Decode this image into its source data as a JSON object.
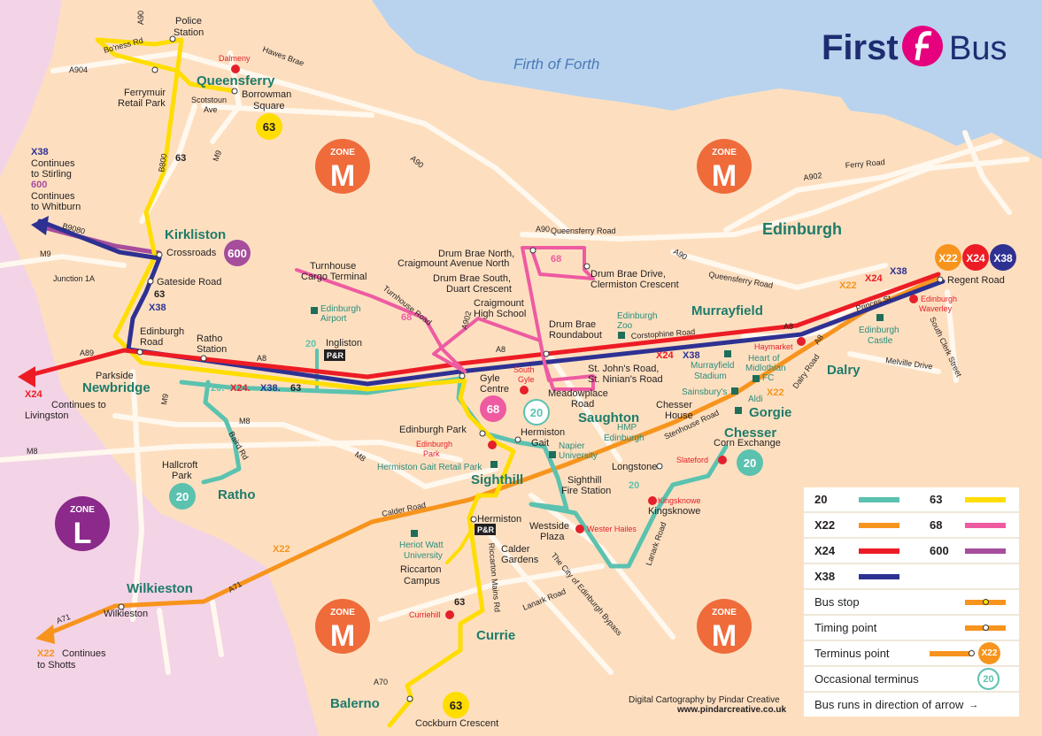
{
  "brand": {
    "first": "First",
    "bus": "Bus",
    "brand_color": "#1E2C72",
    "accent": "#E6007E"
  },
  "water": "Firth of Forth",
  "zones": {
    "zone_word": "ZONE",
    "m": "M",
    "l": "L",
    "zone_m_color": "#EF6B3A",
    "zone_l_color": "#8B2A8A"
  },
  "areas": {
    "queensferry": "Queensferry",
    "kirkliston": "Kirkliston",
    "newbridge": "Newbridge",
    "ratho": "Ratho",
    "wilkieston": "Wilkieston",
    "currie": "Currie",
    "balerno": "Balerno",
    "sighthill": "Sighthill",
    "saughton": "Saughton",
    "murrayfield": "Murrayfield",
    "edinburgh": "Edinburgh",
    "dalry": "Dalry",
    "gorgie": "Gorgie",
    "chesser": "Chesser"
  },
  "stops": {
    "police_1": "Police",
    "police_2": "Station",
    "ferrymuir_1": "Ferrymuir",
    "ferrymuir_2": "Retail Park",
    "borrowman_1": "Borrowman",
    "borrowman_2": "Square",
    "crossroads": "Crossroads",
    "gateside": "Gateside Road",
    "edinburgh_road_1": "Edinburgh",
    "edinburgh_road_2": "Road",
    "ratho_station_1": "Ratho",
    "ratho_station_2": "Station",
    "parkside": "Parkside",
    "ingliston": "Ingliston",
    "turnhouse_1": "Turnhouse",
    "turnhouse_2": "Cargo Terminal",
    "hallcroft_1": "Hallcroft",
    "hallcroft_2": "Park",
    "wilkieston_stop": "Wilkieston",
    "drum_north_1": "Drum Brae North,",
    "drum_north_2": "Craigmount Avenue North",
    "drum_south_1": "Drum Brae South,",
    "drum_south_2": "Duart Crescent",
    "craigmount_1": "Craigmount",
    "craigmount_2": "High School",
    "drum_drive_1": "Drum Brae Drive,",
    "drum_drive_2": "Clermiston Crescent",
    "drum_round_1": "Drum Brae",
    "drum_round_2": "Roundabout",
    "st_johns_1": "St. John's Road,",
    "st_johns_2": "St. Ninian's Road",
    "meadowplace_1": "Meadowplace",
    "meadowplace_2": "Road",
    "gyle_1": "Gyle",
    "gyle_2": "Centre",
    "edinburgh_park": "Edinburgh Park",
    "hermiston_gait_1": "Hermiston",
    "hermiston_gait_2": "Gait",
    "sighthill_fire_1": "Sighthill",
    "sighthill_fire_2": "Fire Station",
    "hermiston": "Hermiston",
    "riccarton_1": "Riccarton",
    "riccarton_2": "Campus",
    "westside_1": "Westside",
    "westside_2": "Plaza",
    "calder_1": "Calder",
    "calder_2": "Gardens",
    "longstone": "Longstone",
    "kingsknowe": "Kingsknowe",
    "chesser_house_1": "Chesser",
    "chesser_house_2": "House",
    "corn_exchange": "Corn Exchange",
    "regent_road": "Regent Road",
    "cockburn": "Cockburn Crescent"
  },
  "pois": {
    "edinburgh_airport_1": "Edinburgh",
    "edinburgh_airport_2": "Airport",
    "edinburgh_zoo_1": "Edinburgh",
    "edinburgh_zoo_2": "Zoo",
    "hmp_1": "HMP",
    "hmp_2": "Edinburgh",
    "napier_1": "Napier",
    "napier_2": "University",
    "hermiston_retail": "Hermiston Gait Retail Park",
    "heriot_1": "Heriot Watt",
    "heriot_2": "University",
    "murrayfield_stadium_1": "Murrayfield",
    "murrayfield_stadium_2": "Stadium",
    "hearts_1": "Heart of",
    "hearts_2": "Midlothian",
    "hearts_3": "FC",
    "sainsburys": "Sainsbury's",
    "aldi": "Aldi",
    "castle_1": "Edinburgh",
    "castle_2": "Castle"
  },
  "stations": {
    "dalmeny": "Dalmeny",
    "south_gyle_1": "South",
    "south_gyle_2": "Gyle",
    "edinburgh_park_stn_1": "Edinburgh",
    "edinburgh_park_stn_2": "Park",
    "wester_hailes": "Wester Hailes",
    "kingsknowe_stn": "Kingsknowe",
    "slateford": "Slateford",
    "curriehill": "Curriehill",
    "haymarket": "Haymarket",
    "waverley_1": "Edinburgh",
    "waverley_2": "Waverley"
  },
  "roads": {
    "a90_top": "A90",
    "bo_ness": "Bo'ness Rd",
    "a904": "A904",
    "hawes_brae": "Hawes Brae",
    "scotstoun_1": "Scotstoun",
    "scotstoun_2": "Ave",
    "b800": "B800",
    "m9_top": "M9",
    "a90_mid": "A90",
    "b9080": "B9080",
    "m9_left": "M9",
    "junction_1a": "Junction 1A",
    "a89": "A89",
    "a8_left": "A8",
    "m9_low": "M9",
    "m8_1": "M8",
    "m8_2": "M8",
    "m8_3": "M8",
    "baird_rd": "Baird Rd",
    "turnhouse_road": "Turnhouse Road",
    "a902": "A902",
    "a8_mid": "A8",
    "a90_q": "A90",
    "queensferry_road_1": "Queensferry Road",
    "a90_r": "A90",
    "queensferry_road_2": "Queensferry Road",
    "a902_r": "A902",
    "ferry_road": "Ferry Road",
    "corstophine_road": "Corstophine Road",
    "a8_right": "A8",
    "princes_st": "Princes St",
    "south_clerk": "South Clerk Street",
    "melville": "Melville Drive",
    "dalry_road": "Dalry Road",
    "stenhouse": "Stenhouse Road",
    "a8_dalry": "A8",
    "calder_road": "Calder Road",
    "riccarton_mains": "Riccarton Mains Rd",
    "city_bypass": "The City of Edinburgh Bypass",
    "lanark_road_1": "Lanark Road",
    "lanark_road_2": "Lanark Road",
    "a71_1": "A71",
    "a71_2": "A71",
    "a70": "A70"
  },
  "route_labels": {
    "r63_a": "63",
    "r63_b": "63",
    "r63_c": "63",
    "r63_d": "63",
    "r68_a": "68",
    "r68_b": "68",
    "r20_a": "20",
    "r20_b": "20",
    "x38_a": "X38",
    "x24_a": "X24",
    "x38_b": "X38",
    "x22_a": "X22",
    "x24_b": "X24",
    "x38_c": "X38",
    "x22_b": "X22",
    "x22_c": "X22",
    "combined_20": "20.",
    "combined_x24": "X24.",
    "combined_x38": "X38.",
    "combined_63": "63",
    "pr1": "P&R",
    "pr2": "P&R"
  },
  "terminus_badges": {
    "b63_q": "63",
    "b600": "600",
    "b68": "68",
    "b20_ratho": "20",
    "b20_gait": "20",
    "b20_chesser": "20",
    "b63_balerno": "63",
    "bx22": "X22",
    "bx24": "X24",
    "bx38": "X38"
  },
  "continues": {
    "x38_code": "X38",
    "x38_text_1": "Continues",
    "x38_text_2": "to Stirling",
    "r600_code": "600",
    "r600_text_1": "Continues",
    "r600_text_2": "to Whitburn",
    "x24_code": "X24",
    "x24_text_1": "Continues to",
    "x24_text_2": "Livingston",
    "x22_code": "X22",
    "x22_text_1": "Continues",
    "x22_text_2": "to Shotts"
  },
  "route_colors": {
    "20": "#5BC2AF",
    "X22": "#F7941D",
    "X24": "#ED1C24",
    "X38": "#2E3192",
    "63": "#FFDD00",
    "68": "#EE5BA1",
    "600": "#A64D9C"
  },
  "legend": {
    "routes": [
      {
        "code": "20",
        "color": "#5BC2AF"
      },
      {
        "code": "63",
        "color": "#FFDD00"
      },
      {
        "code": "X22",
        "color": "#F7941D"
      },
      {
        "code": "68",
        "color": "#EE5BA1"
      },
      {
        "code": "X24",
        "color": "#ED1C24"
      },
      {
        "code": "600",
        "color": "#A64D9C"
      },
      {
        "code": "X38",
        "color": "#2E3192"
      }
    ],
    "bus_stop": "Bus stop",
    "timing_point": "Timing point",
    "terminus_point": "Terminus point",
    "terminus_badge": "X22",
    "occasional_terminus": "Occasional terminus",
    "occasional_badge": "20",
    "direction": "Bus runs in direction of arrow"
  },
  "credit": {
    "line1": "Digital Cartography by Pindar Creative",
    "line2": "www.pindarcreative.co.uk"
  }
}
